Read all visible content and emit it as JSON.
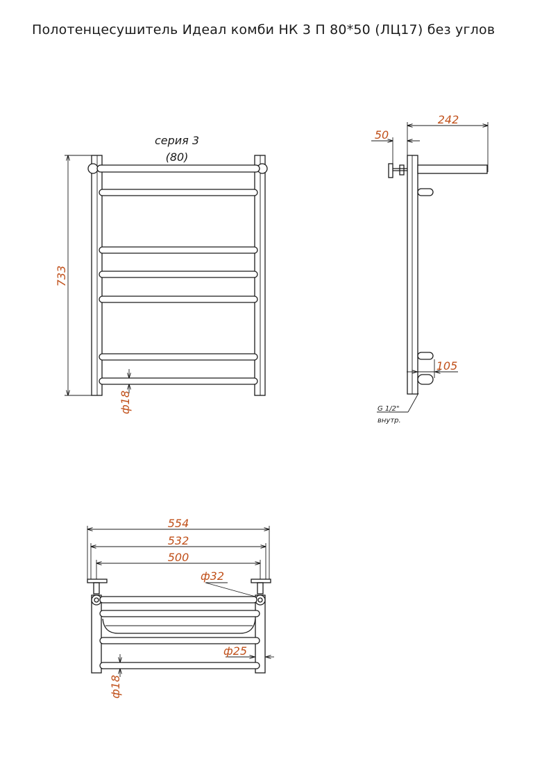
{
  "title": "Полотенцесушитель Идеал комби НК 3 П 80*50 (ЛЦ17) без углов",
  "colors": {
    "line": "#1a1a1a",
    "dimension": "#c0501a"
  },
  "front_view": {
    "series_label": "серия 3",
    "series_size": "(80)",
    "height": "733",
    "rail_diameter": "ф18"
  },
  "side_view": {
    "depth": "242",
    "wall_offset": "50",
    "bottom_depth": "105",
    "thread": "G 1/2\"",
    "thread_note": "внутр."
  },
  "top_view": {
    "overall_width": "554",
    "outer_width": "532",
    "center_distance": "500",
    "flange_diameter": "ф32",
    "pipe_diameter": "ф25",
    "rail_diameter": "ф18"
  }
}
